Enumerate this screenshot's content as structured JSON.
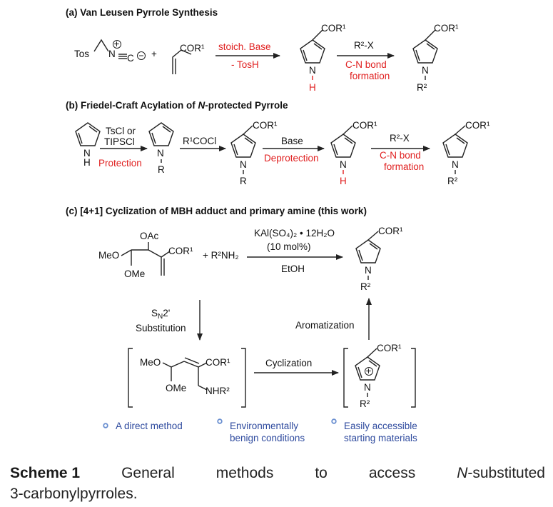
{
  "section_a": {
    "title": "(a) Van Leusen Pyrrole Synthesis",
    "tos": "Tos",
    "plus": "+",
    "cor1": "COR¹",
    "cond_top": "stoich. Base",
    "cond_bottom": "- TosH",
    "nh": "N",
    "h": "H",
    "rx": "R²-X",
    "cn_line1": "C-N bond",
    "cn_line2": "formation",
    "r2": "R²"
  },
  "section_b": {
    "title_pre": "(b) Friedel-Craft Acylation of ",
    "title_italic": "N",
    "title_post": "-protected Pyrrole",
    "step1_line1": "TsCl or",
    "step1_line2": "TIPSCl",
    "step1_red": "Protection",
    "step2": "R¹COCl",
    "step3": "Base",
    "step3_red": "Deprotection",
    "rx": "R²-X",
    "cn_line1": "C-N bond",
    "cn_line2": "formation",
    "r": "R",
    "h": "H",
    "r2": "R²",
    "cor1": "COR¹"
  },
  "section_c": {
    "title": "(c) [4+1] Cyclization of MBH adduct and primary amine (this work)",
    "oac": "OAc",
    "meo": "MeO",
    "ome": "OMe",
    "cor1": "COR¹",
    "amine": "+ R²NH₂",
    "catalyst": "KAl(SO₄)₂ • 12H₂O",
    "loading": "(10 mol%)",
    "solvent": "EtOH",
    "sn2_line1": "SN2'",
    "sn2_line2": "Substitution",
    "aromatization": "Aromatization",
    "cyclization": "Cyclization",
    "nhr2": "NHR²",
    "r2": "R²"
  },
  "features": [
    {
      "line1": "A direct method",
      "line2": ""
    },
    {
      "line1": "Environmentally",
      "line2": "benign conditions"
    },
    {
      "line1": "Easily accessible",
      "line2": "starting materials"
    }
  ],
  "colors": {
    "red": "#e02020",
    "blue": "#2e4a9e",
    "bullet": "#6a8fd0"
  },
  "caption": {
    "label": "Scheme 1",
    "line1_words": [
      "General",
      "methods",
      "to",
      "access"
    ],
    "line1_last_italic": "N",
    "line1_last_rest": "-substituted",
    "line2": "3-carbonylpyrroles."
  }
}
